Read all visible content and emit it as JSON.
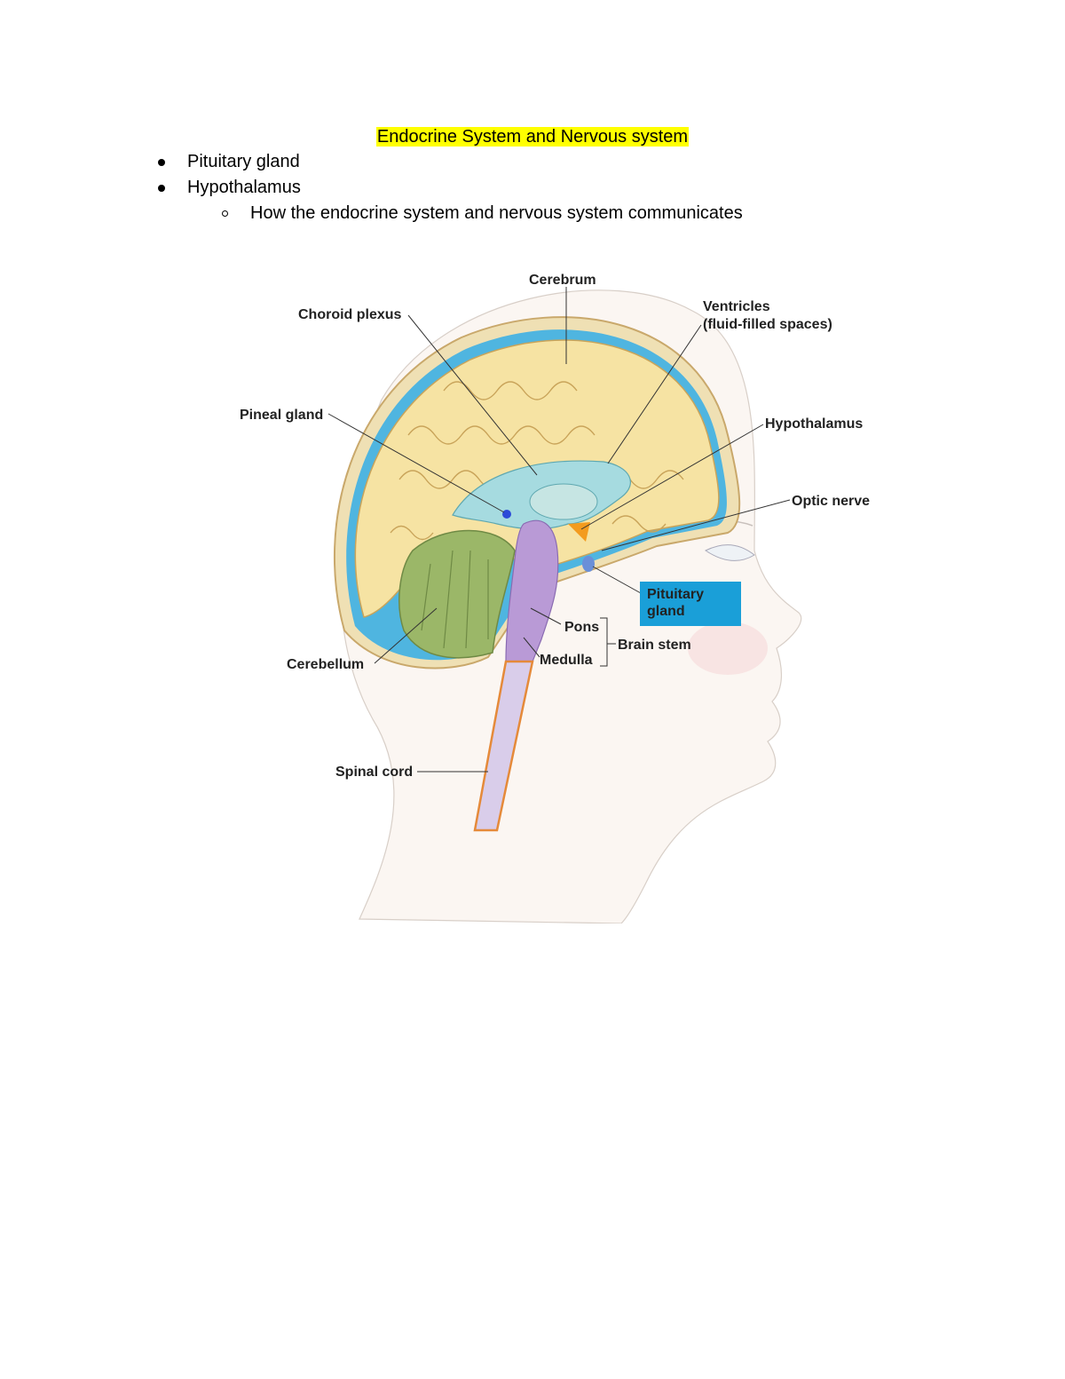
{
  "document": {
    "title": "Endocrine System and Nervous system",
    "bullets": [
      {
        "text": "Pituitary gland"
      },
      {
        "text": "Hypothalamus"
      }
    ],
    "sub_bullets": [
      {
        "text": "How the endocrine system and nervous system communicates"
      }
    ]
  },
  "diagram": {
    "labels": {
      "cerebrum": "Cerebrum",
      "choroid_plexus": "Choroid plexus",
      "ventricles_line1": "Ventricles",
      "ventricles_line2": "(fluid-filled spaces)",
      "pineal_gland": "Pineal gland",
      "hypothalamus": "Hypothalamus",
      "optic_nerve": "Optic nerve",
      "pituitary_line1": "Pituitary",
      "pituitary_line2": "gland",
      "pons": "Pons",
      "brain_stem": "Brain stem",
      "medulla": "Medulla",
      "cerebellum": "Cerebellum",
      "spinal_cord": "Spinal cord"
    },
    "colors": {
      "cerebrum": "#f6e3a3",
      "ventricle": "#a6dbe0",
      "cerebellum": "#9bb768",
      "brain_stem": "#b99ad6",
      "pituitary_highlight": "#1a9fd8",
      "hypothalamus": "#f39b1f",
      "skin": "#fbf6f2",
      "csf": "#4fb5e0"
    }
  }
}
